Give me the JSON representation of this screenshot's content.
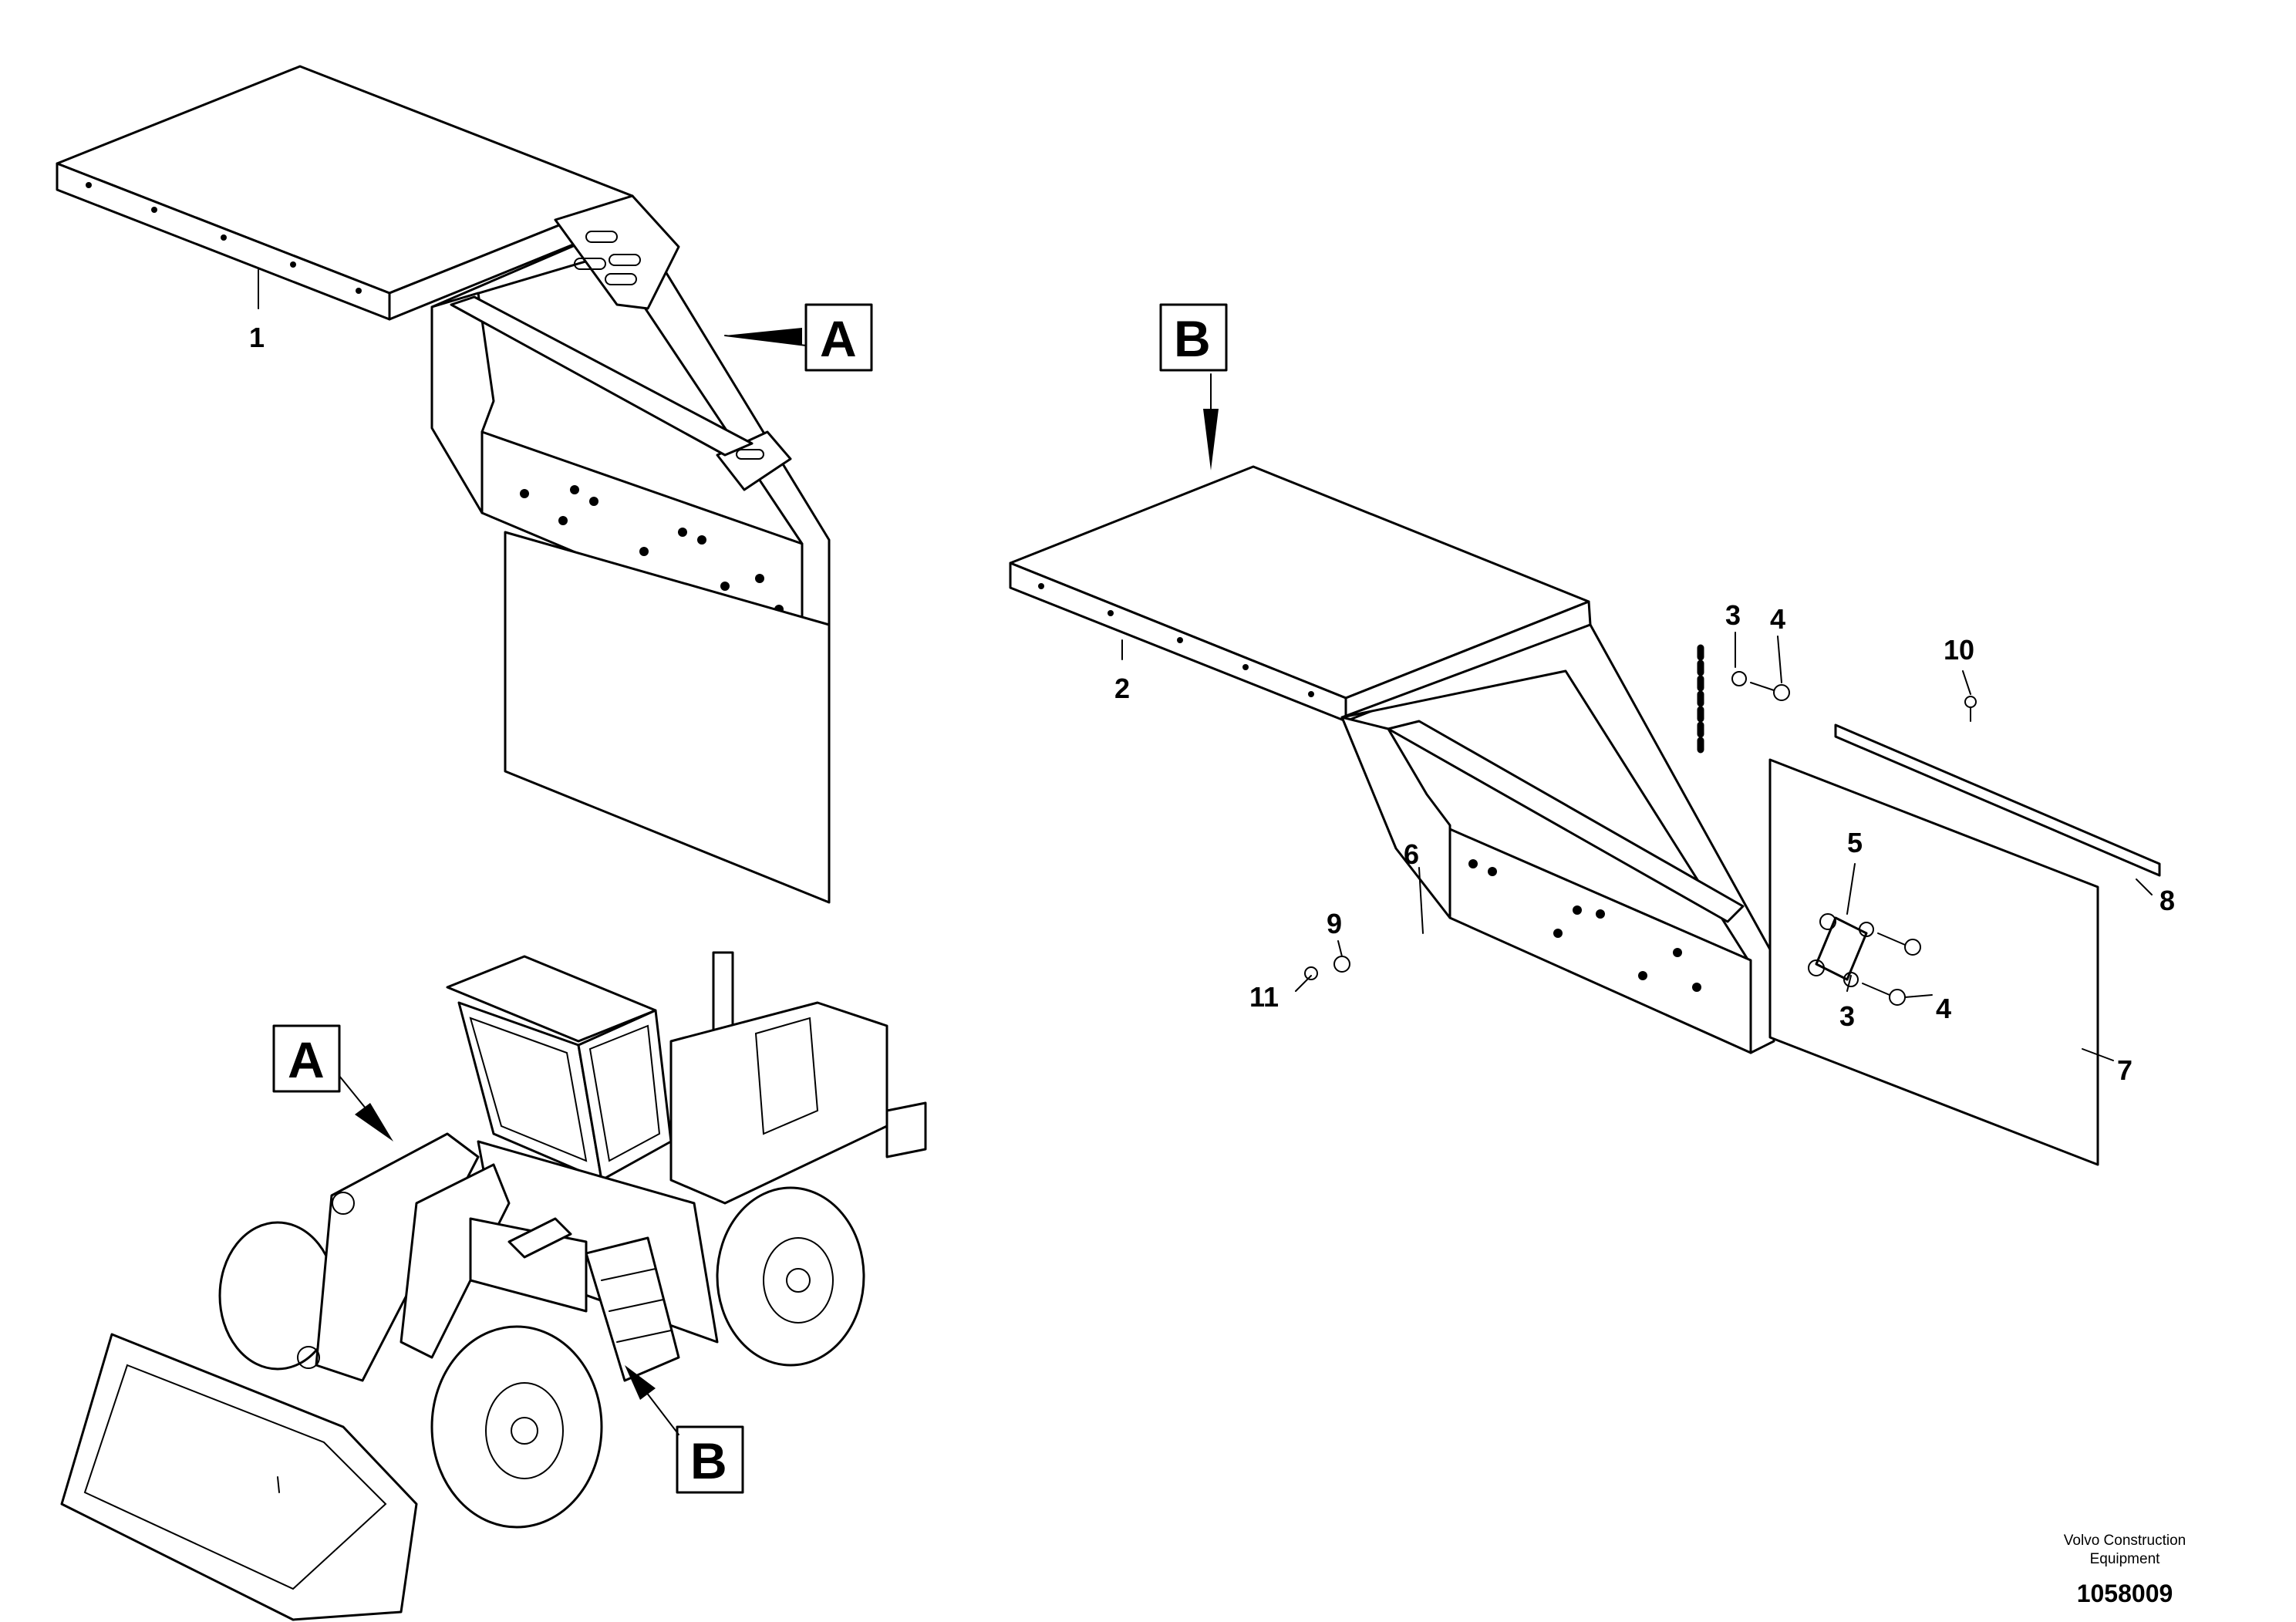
{
  "views": {
    "A": {
      "box_label": "A",
      "callouts": [
        "1"
      ]
    },
    "B": {
      "box_label": "B",
      "callouts": [
        "2",
        "3",
        "4",
        "10",
        "5",
        "3",
        "4",
        "8",
        "6",
        "9",
        "11",
        "7"
      ]
    },
    "machine": {
      "box_a": "A",
      "box_b": "B"
    }
  },
  "footer": {
    "company_line1": "Volvo Construction",
    "company_line2": "Equipment",
    "drawing_number": "1058009"
  }
}
